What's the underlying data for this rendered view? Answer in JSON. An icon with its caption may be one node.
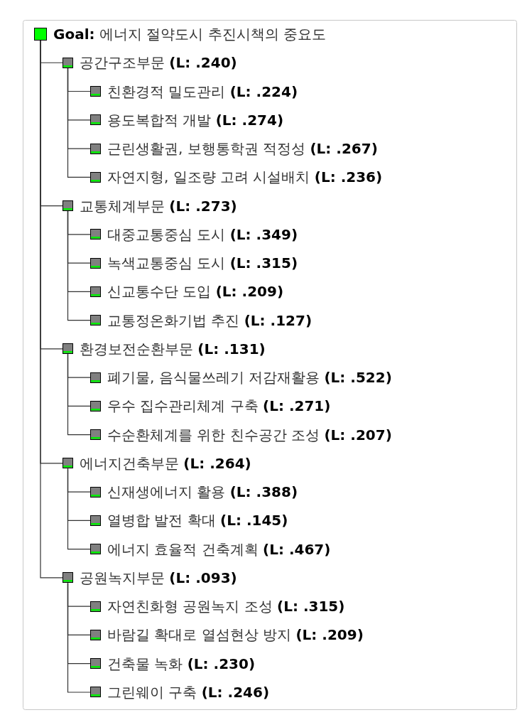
{
  "diagram": {
    "nodes": [
      {
        "text": [
          "**Goal:** 에너지 절약도시 추진시책의 중요도"
        ]
      },
      {
        "text": [
          "공간구조부문 **(L: .240)**"
        ]
      },
      {
        "text": [
          "친환경적 밀도관리 **(L: .224)**"
        ]
      },
      {
        "text": [
          "용도복합적 개발 **(L: .274)**"
        ]
      },
      {
        "text": [
          "근린생활권, 보행통학권 적정성 **(L: .267)**"
        ]
      },
      {
        "text": [
          "자연지형, 일조량 고려 시설배치 **(L: .236)**"
        ]
      },
      {
        "text": [
          "교통체계부문 **(L: .273)**"
        ]
      },
      {
        "text": [
          "대중교통중심 도시 **(L: .349)**"
        ]
      },
      {
        "text": [
          "녹색교통중심 도시 **(L: .315)**"
        ]
      },
      {
        "text": [
          "신교통수단 도입 **(L: .209)**"
        ]
      },
      {
        "text": [
          "교통정온화기법 추진 **(L: .127)**"
        ]
      },
      {
        "text": [
          "환경보전순환부문 **(L: .131)**"
        ]
      },
      {
        "text": [
          "폐기물, 음식물쓰레기 저감재활용 **(L: .522)**"
        ]
      },
      {
        "text": [
          "우수 집수관리체계 구축 **(L: .271)**"
        ]
      },
      {
        "text": [
          "수순환체계를 위한 친수공간 조성 **(L: .207)**"
        ]
      },
      {
        "text": [
          "에너지건축부문 **(L: .264)**"
        ]
      },
      {
        "text": [
          "신재생에너지 활용 **(L: .388)**"
        ]
      },
      {
        "text": [
          "열병합 발전 확대 **(L: .145)**"
        ]
      },
      {
        "text": [
          "에너지 효율적 건축계획 **(L: .467)**"
        ]
      },
      {
        "text": [
          "공원녹지부문 **(L: .093)**"
        ]
      },
      {
        "text": [
          "자연친화형 공원녹지 조성 **(L: .315)**"
        ]
      },
      {
        "text": [
          "바람길 확대로 열섬현상 방지 **(L: .209)**"
        ]
      },
      {
        "text": [
          "건축물 녹화 **(L: .230)**"
        ]
      },
      {
        "text": [
          "그린웨이 구축 **(L: .246)**"
        ]
      }
    ],
    "edges": [
      {
        "from": 0,
        "to": 1,
        "arrow": "none"
      },
      {
        "from": 1,
        "to": 2,
        "arrow": "none"
      },
      {
        "from": 1,
        "to": 3,
        "arrow": "none"
      },
      {
        "from": 1,
        "to": 4,
        "arrow": "none"
      },
      {
        "from": 1,
        "to": 5,
        "arrow": "none"
      },
      {
        "from": 0,
        "to": 6,
        "arrow": "none"
      },
      {
        "from": 6,
        "to": 7,
        "arrow": "none"
      },
      {
        "from": 6,
        "to": 8,
        "arrow": "none"
      },
      {
        "from": 6,
        "to": 9,
        "arrow": "none"
      },
      {
        "from": 6,
        "to": 10,
        "arrow": "none"
      },
      {
        "from": 0,
        "to": 11,
        "arrow": "none"
      },
      {
        "from": 11,
        "to": 12,
        "arrow": "none"
      },
      {
        "from": 11,
        "to": 13,
        "arrow": "none"
      },
      {
        "from": 11,
        "to": 14,
        "arrow": "none"
      },
      {
        "from": 0,
        "to": 15,
        "arrow": "none"
      },
      {
        "from": 15,
        "to": 16,
        "arrow": "none"
      },
      {
        "from": 15,
        "to": 17,
        "arrow": "none"
      },
      {
        "from": 15,
        "to": 18,
        "arrow": "none"
      },
      {
        "from": 0,
        "to": 19,
        "arrow": "none"
      },
      {
        "from": 19,
        "to": 20,
        "arrow": "none"
      },
      {
        "from": 19,
        "to": 21,
        "arrow": "none"
      },
      {
        "from": 19,
        "to": 22,
        "arrow": "none"
      },
      {
        "from": 19,
        "to": 23,
        "arrow": "none"
      }
    ]
  }
}
